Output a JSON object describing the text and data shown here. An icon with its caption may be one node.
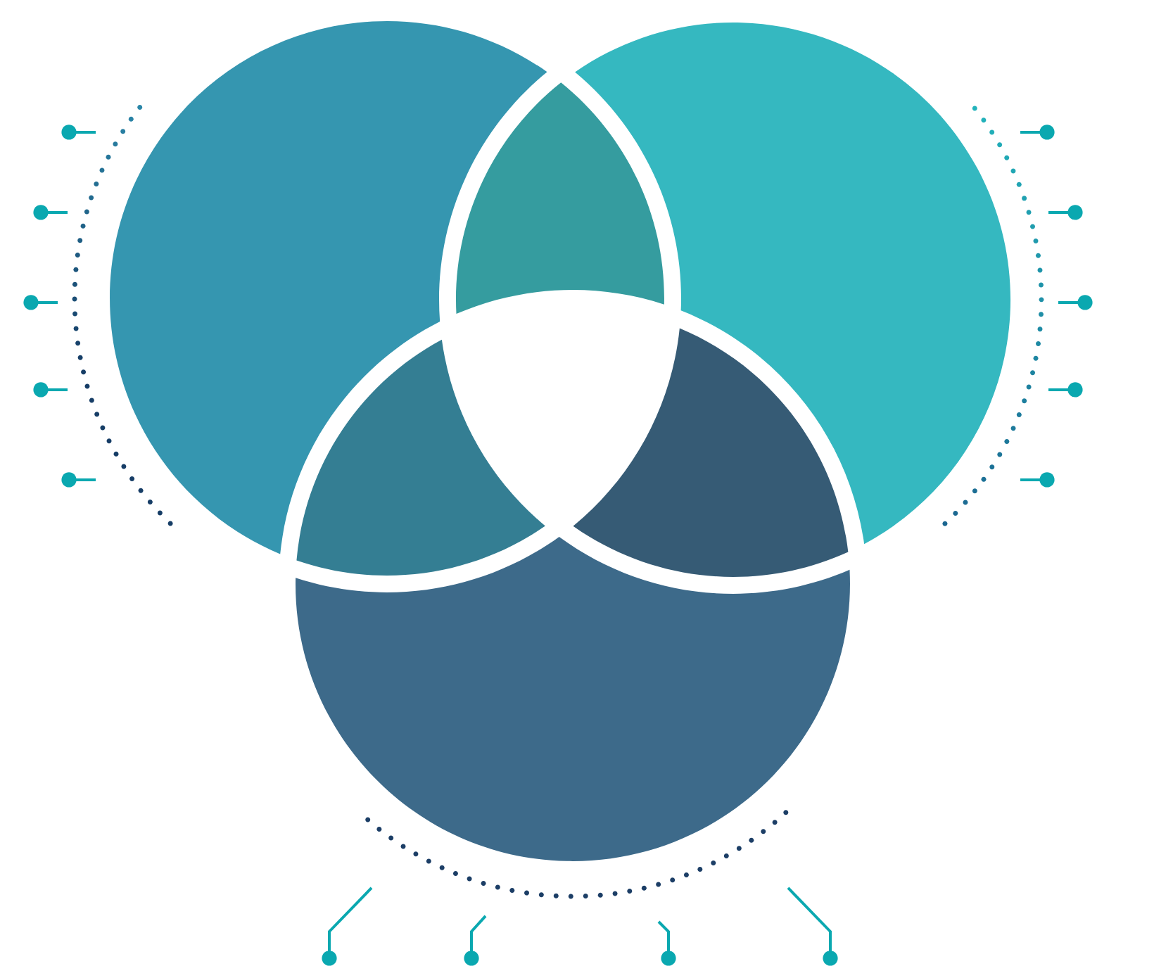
{
  "diagram": {
    "nodes": [
      {
        "text": [],
        "shape": "circle"
      },
      {
        "text": [],
        "shape": "circle"
      },
      {
        "text": [],
        "shape": "circle"
      },
      {
        "text": [],
        "shape": "lens"
      },
      {
        "text": [],
        "shape": "lens"
      },
      {
        "text": [],
        "shape": "lens"
      }
    ]
  }
}
